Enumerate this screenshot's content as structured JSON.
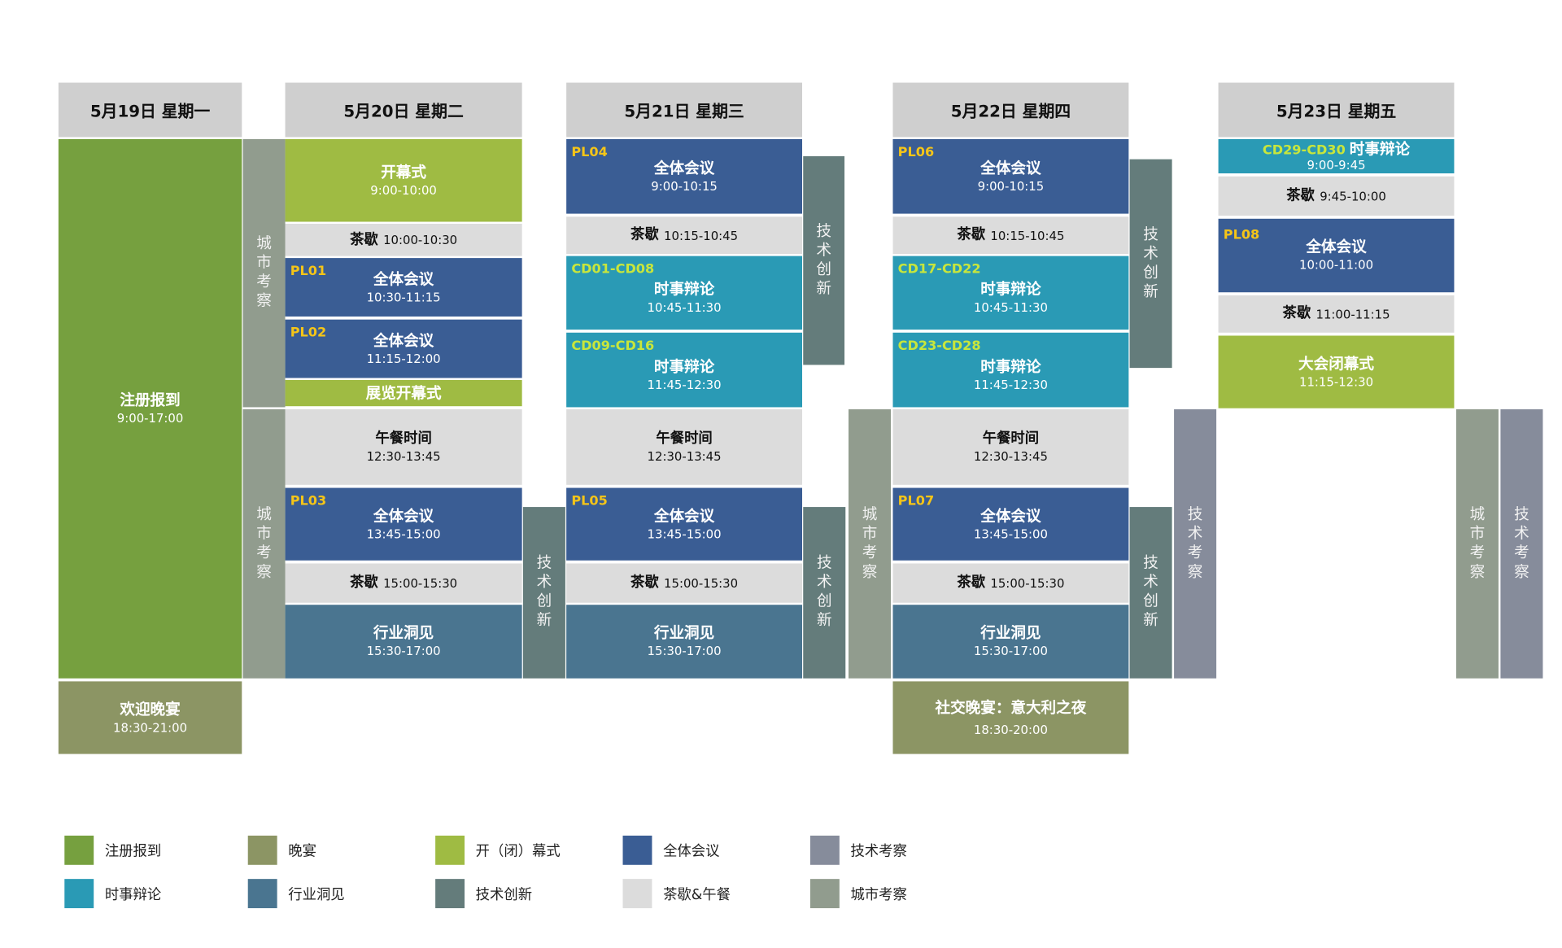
{
  "days": [
    {
      "header": "5月19日  星期一",
      "blocks": [
        {
          "title": "注册报到",
          "time": "9:00-17:00"
        },
        {
          "title": "欢迎晚宴",
          "time": "18:30-21:00"
        }
      ]
    },
    {
      "header": "5月20日  星期二",
      "blocks": [
        {
          "title": "开幕式",
          "time": "9:00-10:00"
        },
        {
          "title": "茶歇",
          "time": "10:00-10:30"
        },
        {
          "code": "PL01",
          "title": "全体会议",
          "time": "10:30-11:15"
        },
        {
          "code": "PL02",
          "title": "全体会议",
          "time": "11:15-12:00"
        },
        {
          "title": "展览开幕式"
        },
        {
          "title": "午餐时间",
          "time": "12:30-13:45"
        },
        {
          "code": "PL03",
          "title": "全体会议",
          "time": "13:45-15:00"
        },
        {
          "title": "茶歇",
          "time": "15:00-15:30"
        },
        {
          "title": "行业洞见",
          "time": "15:30-17:00"
        }
      ]
    },
    {
      "header": "5月21日  星期三",
      "blocks": [
        {
          "code": "PL04",
          "title": "全体会议",
          "time": "9:00-10:15"
        },
        {
          "title": "茶歇",
          "time": "10:15-10:45"
        },
        {
          "code": "CD01-CD08",
          "title": "时事辩论",
          "time": "10:45-11:30"
        },
        {
          "code": "CD09-CD16",
          "title": "时事辩论",
          "time": "11:45-12:30"
        },
        {
          "title": "午餐时间",
          "time": "12:30-13:45"
        },
        {
          "code": "PL05",
          "title": "全体会议",
          "time": "13:45-15:00"
        },
        {
          "title": "茶歇",
          "time": "15:00-15:30"
        },
        {
          "title": "行业洞见",
          "time": "15:30-17:00"
        }
      ]
    },
    {
      "header": "5月22日  星期四",
      "blocks": [
        {
          "code": "PL06",
          "title": "全体会议",
          "time": "9:00-10:15"
        },
        {
          "title": "茶歇",
          "time": "10:15-10:45"
        },
        {
          "code": "CD17-CD22",
          "title": "时事辩论",
          "time": "10:45-11:30"
        },
        {
          "code": "CD23-CD28",
          "title": "时事辩论",
          "time": "11:45-12:30"
        },
        {
          "title": "午餐时间",
          "time": "12:30-13:45"
        },
        {
          "code": "PL07",
          "title": "全体会议",
          "time": "13:45-15:00"
        },
        {
          "title": "茶歇",
          "time": "15:00-15:30"
        },
        {
          "title": "行业洞见",
          "time": "15:30-17:00"
        },
        {
          "title": "社交晚宴：意大利之夜",
          "time": "18:30-20:00"
        }
      ]
    },
    {
      "header": "5月23日  星期五",
      "blocks": [
        {
          "code": "CD29-CD30",
          "title": "时事辩论",
          "time": "9:00-9:45"
        },
        {
          "title": "茶歇",
          "time": "9:45-10:00"
        },
        {
          "code": "PL08",
          "title": "全体会议",
          "time": "10:00-11:00"
        },
        {
          "title": "茶歇",
          "time": "11:00-11:15"
        },
        {
          "title": "大会闭幕式",
          "time": "11:15-12:30"
        }
      ]
    }
  ],
  "tracks": {
    "city": "城市考察",
    "tech_innovation": "技术创新",
    "tech_visit": "技术考察"
  },
  "legend": [
    {
      "label": "注册报到",
      "color": "#76a03f"
    },
    {
      "label": "晚宴",
      "color": "#8c9564"
    },
    {
      "label": "开（闭）幕式",
      "color": "#9fbb43"
    },
    {
      "label": "全体会议",
      "color": "#3a5d94"
    },
    {
      "label": "技术考察",
      "color": "#868c9b"
    },
    {
      "label": "时事辩论",
      "color": "#2a9ab5"
    },
    {
      "label": "行业洞见",
      "color": "#4a7590"
    },
    {
      "label": "技术创新",
      "color": "#647c7b"
    },
    {
      "label": "茶歇&午餐",
      "color": "#dcdcdc"
    },
    {
      "label": "城市考察",
      "color": "#919c8e"
    }
  ]
}
